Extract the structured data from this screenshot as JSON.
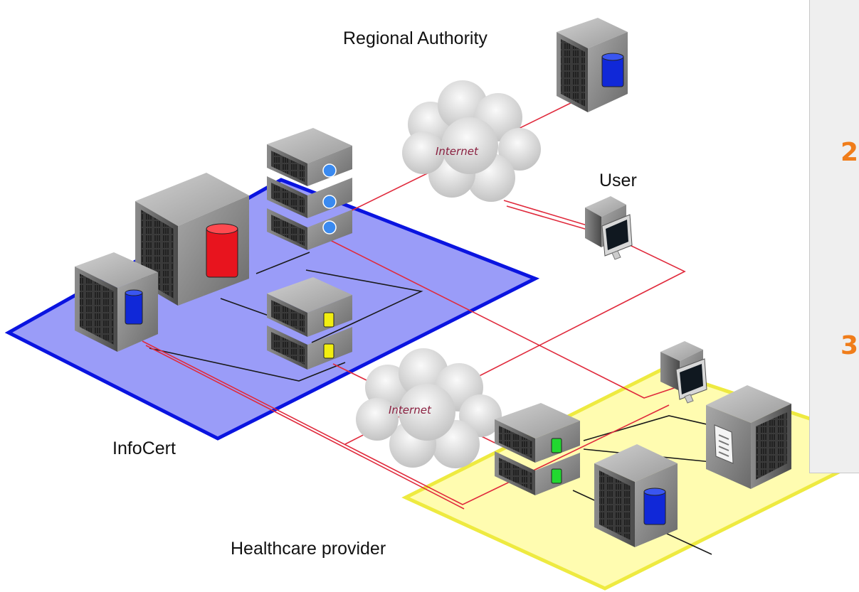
{
  "labels": {
    "regional_authority": "Regional Authority",
    "user": "User",
    "infocert": "InfoCert",
    "healthcare_provider": "Healthcare provider",
    "internet": "Internet"
  },
  "side_panel": {
    "step_2": "2",
    "step_3": "3"
  },
  "colors": {
    "infocert_zone": "#9a9cf8",
    "infocert_border": "#0a14e0",
    "healthcare_zone": "#fffcb0",
    "healthcare_border": "#eeea40",
    "link_red": "#e02a3c",
    "link_black": "#1a1a1a",
    "step_number": "#f07d1a",
    "db_red": "#e8141e",
    "db_blue": "#1028d8",
    "db_yellow": "#f2ee10",
    "db_green": "#22d830"
  },
  "icons": [
    "server-rack-icon",
    "database-icon",
    "gear-logo-icon",
    "monitor-icon",
    "document-icon",
    "cloud-icon"
  ]
}
